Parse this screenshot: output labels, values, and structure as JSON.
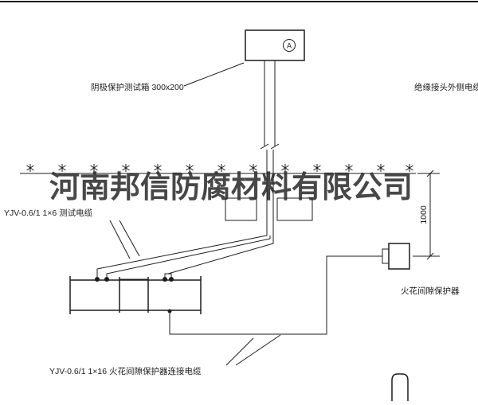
{
  "drawing": {
    "watermark": "河南邦信防腐材料有限公司",
    "labels": {
      "test_box": "阴极保护测试箱 300x200",
      "insulated_joint_cable": "绝缘接头外侧电缆",
      "test_cable": "YJV-0.6/1 1×6  测试电缆",
      "spark_gap_cable": "YJV-0.6/1 1×16  火花间隙保护器连接电缆",
      "spark_gap_protector": "火花间隙保护器",
      "dimension_1000": "1000",
      "ammeter": "A"
    },
    "colors": {
      "line": "#1c1c1c",
      "watermark": "#2e2e2e",
      "background": "#ffffff"
    }
  }
}
